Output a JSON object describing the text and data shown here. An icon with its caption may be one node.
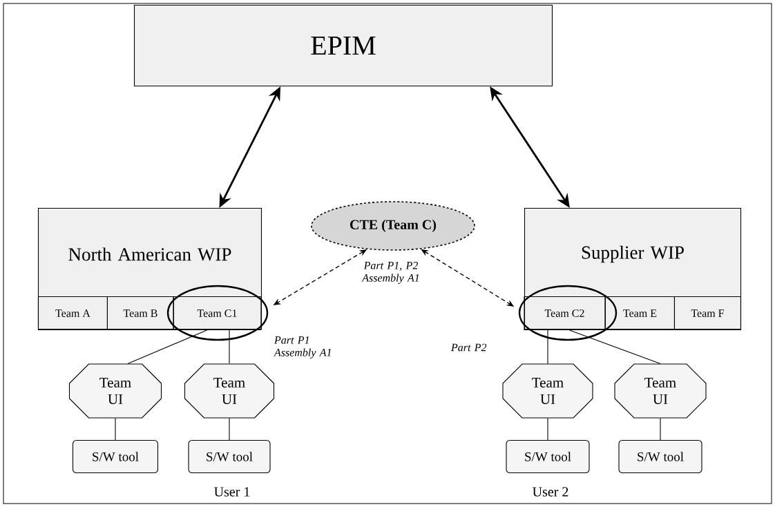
{
  "diagram": {
    "nodes": [
      {
        "text": [
          "EPIM"
        ]
      },
      {
        "text": [
          "North American WIP"
        ]
      },
      {
        "text": [
          "Team A"
        ],
        "in": 1
      },
      {
        "text": [
          "Team B"
        ],
        "in": 1
      },
      {
        "text": [
          "Team C1"
        ],
        "in": 1
      },
      {
        "text": [
          "Supplier WIP"
        ]
      },
      {
        "text": [
          "Team C2"
        ],
        "in": 5
      },
      {
        "text": [
          "Team E"
        ],
        "in": 5
      },
      {
        "text": [
          "Team F"
        ],
        "in": 5
      },
      {
        "text": [
          "CTE (Team C)"
        ]
      },
      {
        "text": [
          "Team UI"
        ]
      },
      {
        "text": [
          "Team UI"
        ]
      },
      {
        "text": [
          "Team UI"
        ]
      },
      {
        "text": [
          "Team UI"
        ]
      },
      {
        "text": [
          "S/W tool"
        ]
      },
      {
        "text": [
          "S/W tool"
        ],
        "beside": [
          "User 1"
        ]
      },
      {
        "text": [
          "S/W tool"
        ],
        "beside": [
          "User 2"
        ]
      },
      {
        "text": [
          "S/W tool"
        ]
      }
    ],
    "edges": [
      {
        "from": 0,
        "to": 1,
        "arrow": "both",
        "style": "thick"
      },
      {
        "from": 0,
        "to": 5,
        "arrow": "both",
        "style": "thick"
      },
      {
        "from": 9,
        "to": 4,
        "arrow": "both",
        "style": "dashed"
      },
      {
        "from": 9,
        "to": 6,
        "arrow": "both",
        "style": "dashed"
      },
      {
        "from": 4,
        "to": 10,
        "arrow": "none"
      },
      {
        "from": 4,
        "to": 11,
        "arrow": "none"
      },
      {
        "from": 6,
        "to": 12,
        "arrow": "none"
      },
      {
        "from": 6,
        "to": 13,
        "arrow": "none"
      },
      {
        "from": 10,
        "to": 14,
        "arrow": "none"
      },
      {
        "from": 11,
        "to": 15,
        "arrow": "none"
      },
      {
        "from": 12,
        "to": 16,
        "arrow": "none"
      },
      {
        "from": 13,
        "to": 17,
        "arrow": "none"
      }
    ],
    "labels": [
      "Part P1, P2 Assembly A1",
      "Part P1 Assembly A1",
      "Part P2"
    ]
  }
}
